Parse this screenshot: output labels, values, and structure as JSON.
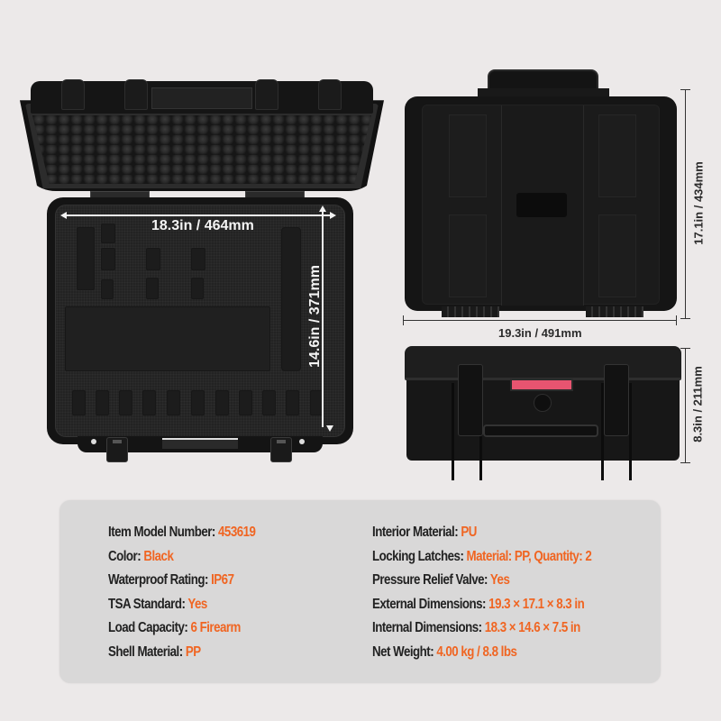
{
  "colors": {
    "background": "#ece9e9",
    "panel": "#d9d8d8",
    "label": "#222222",
    "accent": "#f06522",
    "case_black": "#151515",
    "red_label": "#e85470"
  },
  "open_case": {
    "width_dimension": "18.3in / 464mm",
    "depth_dimension": "14.6in / 371mm"
  },
  "top_view": {
    "width_dimension": "19.3in / 491mm",
    "height_dimension": "17.1in / 434mm"
  },
  "front_view": {
    "height_dimension": "8.3in / 211mm"
  },
  "specs": {
    "left": [
      {
        "label": "Item Model Number: ",
        "value": "453619"
      },
      {
        "label": "Color: ",
        "value": "Black"
      },
      {
        "label": "Waterproof Rating: ",
        "value": "IP67"
      },
      {
        "label": "TSA Standard: ",
        "value": "Yes"
      },
      {
        "label": "Load Capacity: ",
        "value": "6 Firearm"
      },
      {
        "label": "Shell Material: ",
        "value": "PP"
      }
    ],
    "right": [
      {
        "label": "Interior Material: ",
        "value": "PU"
      },
      {
        "label": "Locking Latches: ",
        "value": "Material: PP, Quantity: 2"
      },
      {
        "label": "Pressure Relief Valve: ",
        "value": "Yes"
      },
      {
        "label": "External Dimensions: ",
        "value": "19.3 × 17.1 × 8.3 in"
      },
      {
        "label": "Internal Dimensions: ",
        "value": "18.3 × 14.6 × 7.5 in"
      },
      {
        "label": "Net Weight: ",
        "value": "4.00 kg / 8.8 lbs"
      }
    ]
  }
}
